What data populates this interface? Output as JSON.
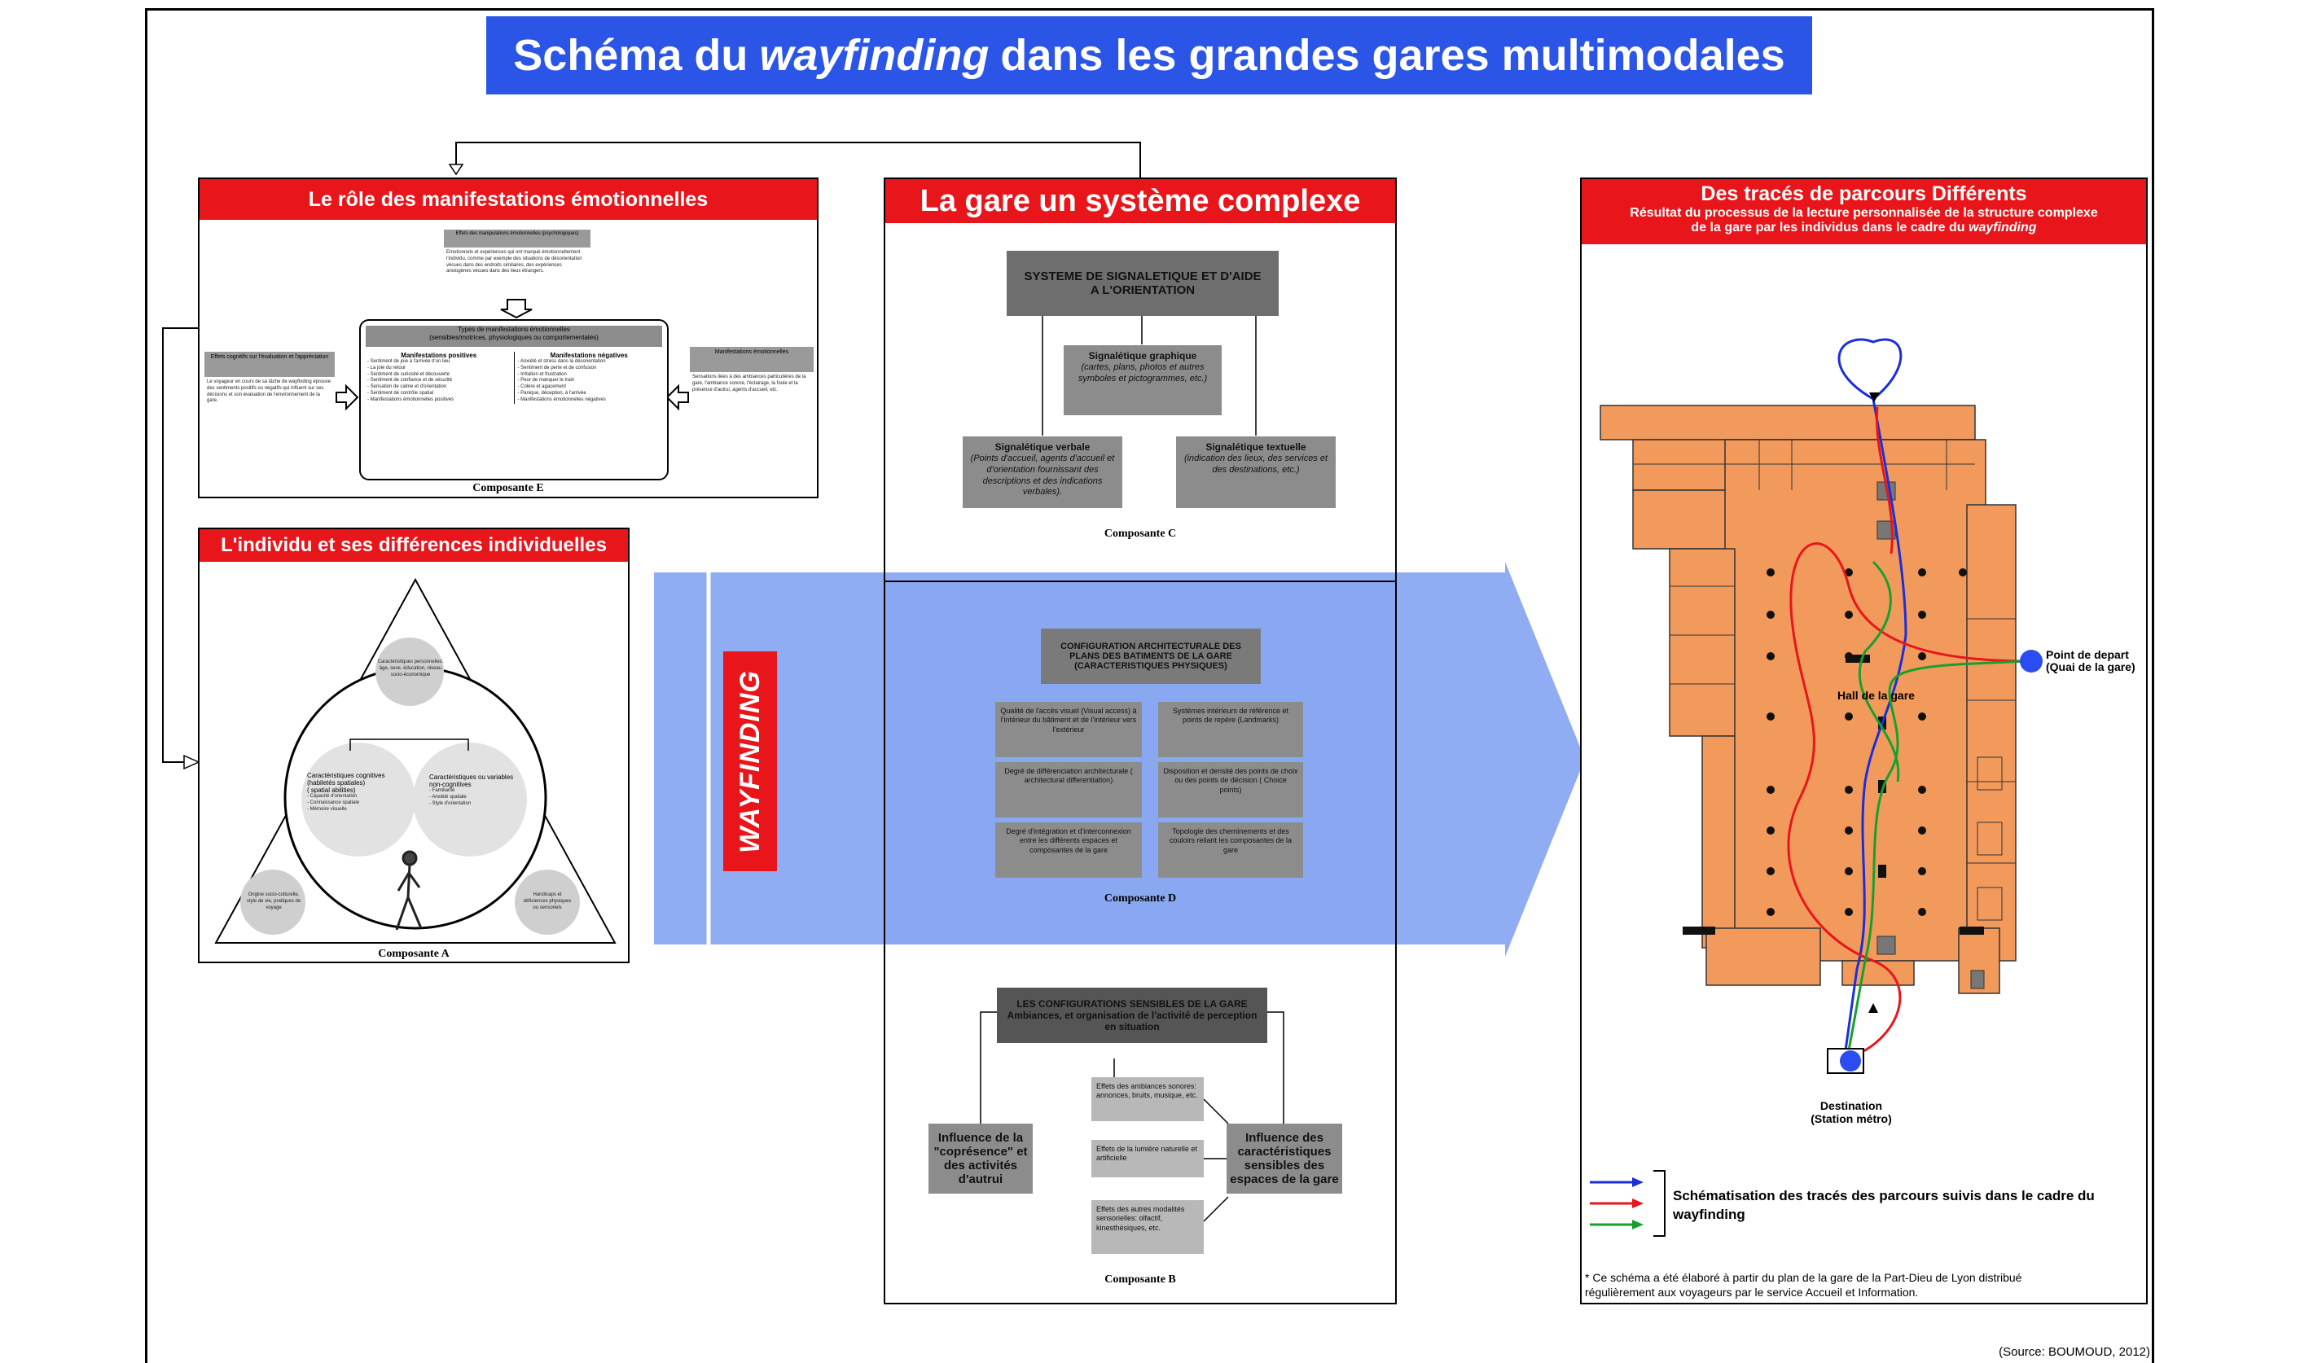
{
  "title": {
    "prefix": "Schéma du",
    "emph": "wayfinding",
    "suffix": "dans les grandes gares multimodales"
  },
  "panel_e": {
    "header": "Le rôle des manifestations émotionnelles",
    "top_title": "Effets des manipulations émotionnelles (psychologiques)",
    "center_title": "Types de manifestations émotionnelles",
    "center_sub": "(sensibles/motrices, physiologiques ou comportementales)",
    "col1_title": "Manifestations positives",
    "col2_title": "Manifestations négatives",
    "left_title": "Effets cognitifs sur l'évaluation et l'appréciation",
    "right_title": "Manifestations émotionnelles",
    "component": "Composante E"
  },
  "panel_a": {
    "header": "L'individu et ses différences individuelles",
    "cog_title": "Caractéristiques cognitives (habiletés spatiales)",
    "cog_sub": "( spatial abilities)",
    "noncog_title": "Caractéristiques ou variables non-cognitives",
    "component": "Composante A"
  },
  "panel_center": {
    "header": "La gare un système complexe",
    "c_top": "SYSTEME DE SIGNALETIQUE ET D'AIDE A L'ORIENTATION",
    "c_graph_title": "Signalétique graphique",
    "c_graph_text": "(cartes, plans, photos et autres symboles et pictogrammes, etc.)",
    "c_verbal_title": "Signalétique verbale",
    "c_verbal_text": "(Points d'accueil, agents d'accueil et d'orientation fournissant des descriptions et des indications verbales).",
    "c_text_title": "Signalétique textuelle",
    "c_text_text": "(indication des lieux, des services et des destinations, etc.)",
    "c_component": "Composante C",
    "d_top": "CONFIGURATION ARCHITECTURALE DES PLANS DES BATIMENTS DE LA GARE (CARACTERISTIQUES PHYSIQUES)",
    "d_q1": "Qualité de l'accès visuel (Visual access) à l'intérieur du bâtiment et de l'intérieur vers l'extérieur",
    "d_q2": "Systèmes intérieurs de référence et points de repère (Landmarks)",
    "d_q3": "Degré de différenciation architecturale ( architectural differentiation)",
    "d_q4": "Disposition et densité des points de choix ou des points de décision ( Choice points)",
    "d_q5": "Degré d'intégration et d'interconnexion entre les différents espaces et composantes de la gare",
    "d_q6": "Topologie des cheminements et des couloirs reliant les composantes de la gare",
    "d_component": "Composante D",
    "b_top": "LES CONFIGURATIONS SENSIBLES DE LA GARE Ambiances, et organisation de l'activité de perception en situation",
    "b_left": "Influence de la \"coprésence\" et des activités d'autrui",
    "b_right": "Influence des caractéristiques sensibles des espaces de la gare",
    "b_e1": "Effets des ambiances sonores: annonces, bruits, musique, etc.",
    "b_e2": "Effets de la lumière naturelle et artificielle",
    "b_e3": "Effets des autres modalités sensorielles: olfactif, kinesthésiques, etc.",
    "b_component": "Composante B"
  },
  "wayfinding_label": "WAYFINDING",
  "panel_right": {
    "header": "Des tracés de parcours  Différents",
    "sub1": "Résultat du processus de la  lecture  personnalisée de la structure complexe",
    "sub2_prefix": "de la  gare par  les individus dans le cadre  du",
    "sub2_emph": "wayfinding",
    "start1": "Point de depart",
    "start2": "(Quai de la gare)",
    "hall": "Hall de la gare",
    "dest1": "Destination",
    "dest2": "(Station métro)",
    "legend1": "Schématisation des tracés des parcours  suivis dans le cadre du",
    "legend2": "wayfinding",
    "note1": "* Ce schéma   a été élaboré à partir du plan de la gare de la Part-Dieu de  Lyon distribué",
    "note2": "régulièrement aux voyageurs par le  service Accueil et Information.",
    "route_colors": [
      "#1a2fd8",
      "#e8151b",
      "#16a02c"
    ]
  },
  "source": "(Source: BOUMOUD, 2012)",
  "colors": {
    "title_bg": "#2a55e6",
    "header_red": "#e8151b",
    "wayfinding_band": "#8aa8f2",
    "plan_orange": "#f29a5c"
  }
}
